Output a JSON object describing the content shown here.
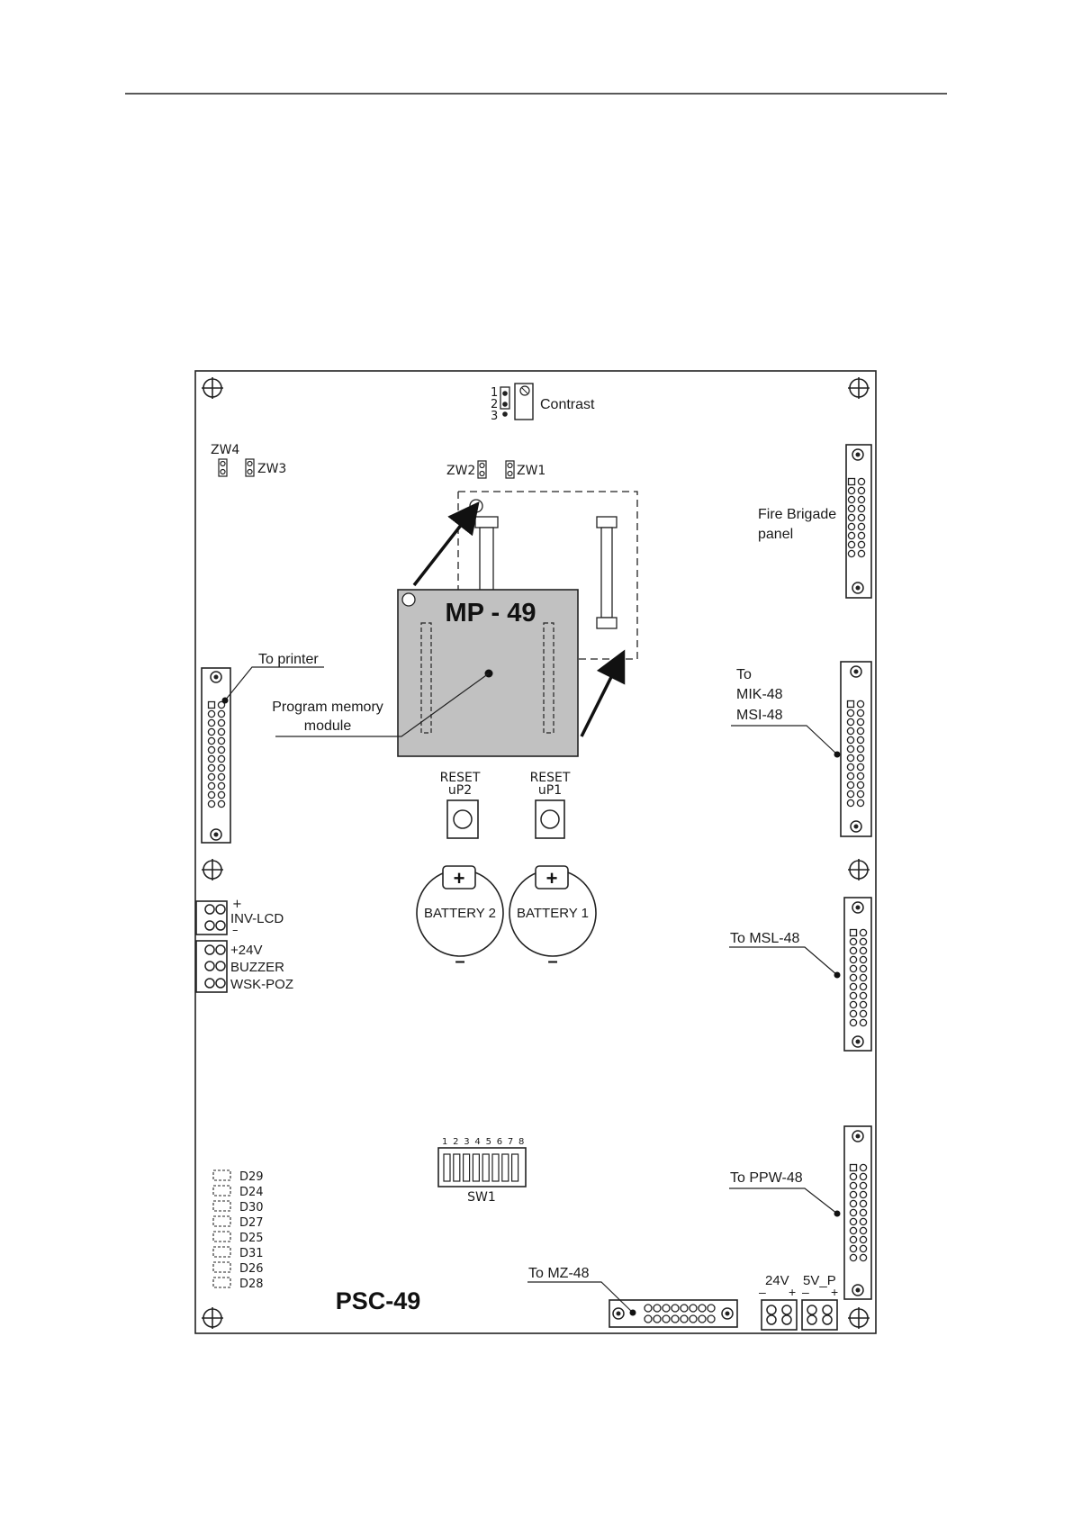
{
  "board": {
    "name": "PSC-49"
  },
  "module": {
    "name": "MP - 49",
    "caption_line1": "Program memory",
    "caption_line2": "module"
  },
  "jumpers": {
    "contrast_pins": [
      "1",
      "2",
      "3"
    ],
    "contrast_label": "Contrast",
    "zw1": "ZW1",
    "zw2": "ZW2",
    "zw3": "ZW3",
    "zw4": "ZW4"
  },
  "connectors": {
    "fire_brigade_line1": "Fire Brigade",
    "fire_brigade_line2": "panel",
    "printer": "To printer",
    "mik_line1": "To",
    "mik_line2": "MIK-48",
    "mik_line3": "MSI-48",
    "msl": "To MSL-48",
    "ppw": "To PPW-48",
    "mz": "To MZ-48"
  },
  "reset": {
    "left_line1": "RESET",
    "left_line2": "uP2",
    "right_line1": "RESET",
    "right_line2": "uP1"
  },
  "batteries": {
    "left": "BATTERY 2",
    "right": "BATTERY 1",
    "plus": "+",
    "minus": "–"
  },
  "terminals": {
    "inv_plus": "+",
    "inv_label": "INV-LCD",
    "inv_minus": "–",
    "v24": "+24V",
    "buzzer": "BUZZER",
    "wskpoz": "WSK-POZ"
  },
  "power": {
    "v24_label": "24V",
    "v5_label": "5V_P",
    "minus": "–",
    "plus": "+"
  },
  "dip": {
    "label": "SW1",
    "numbers": "1 2 3 4 5 6 7 8"
  },
  "leds": [
    "D29",
    "D24",
    "D30",
    "D27",
    "D25",
    "D31",
    "D26",
    "D28"
  ]
}
